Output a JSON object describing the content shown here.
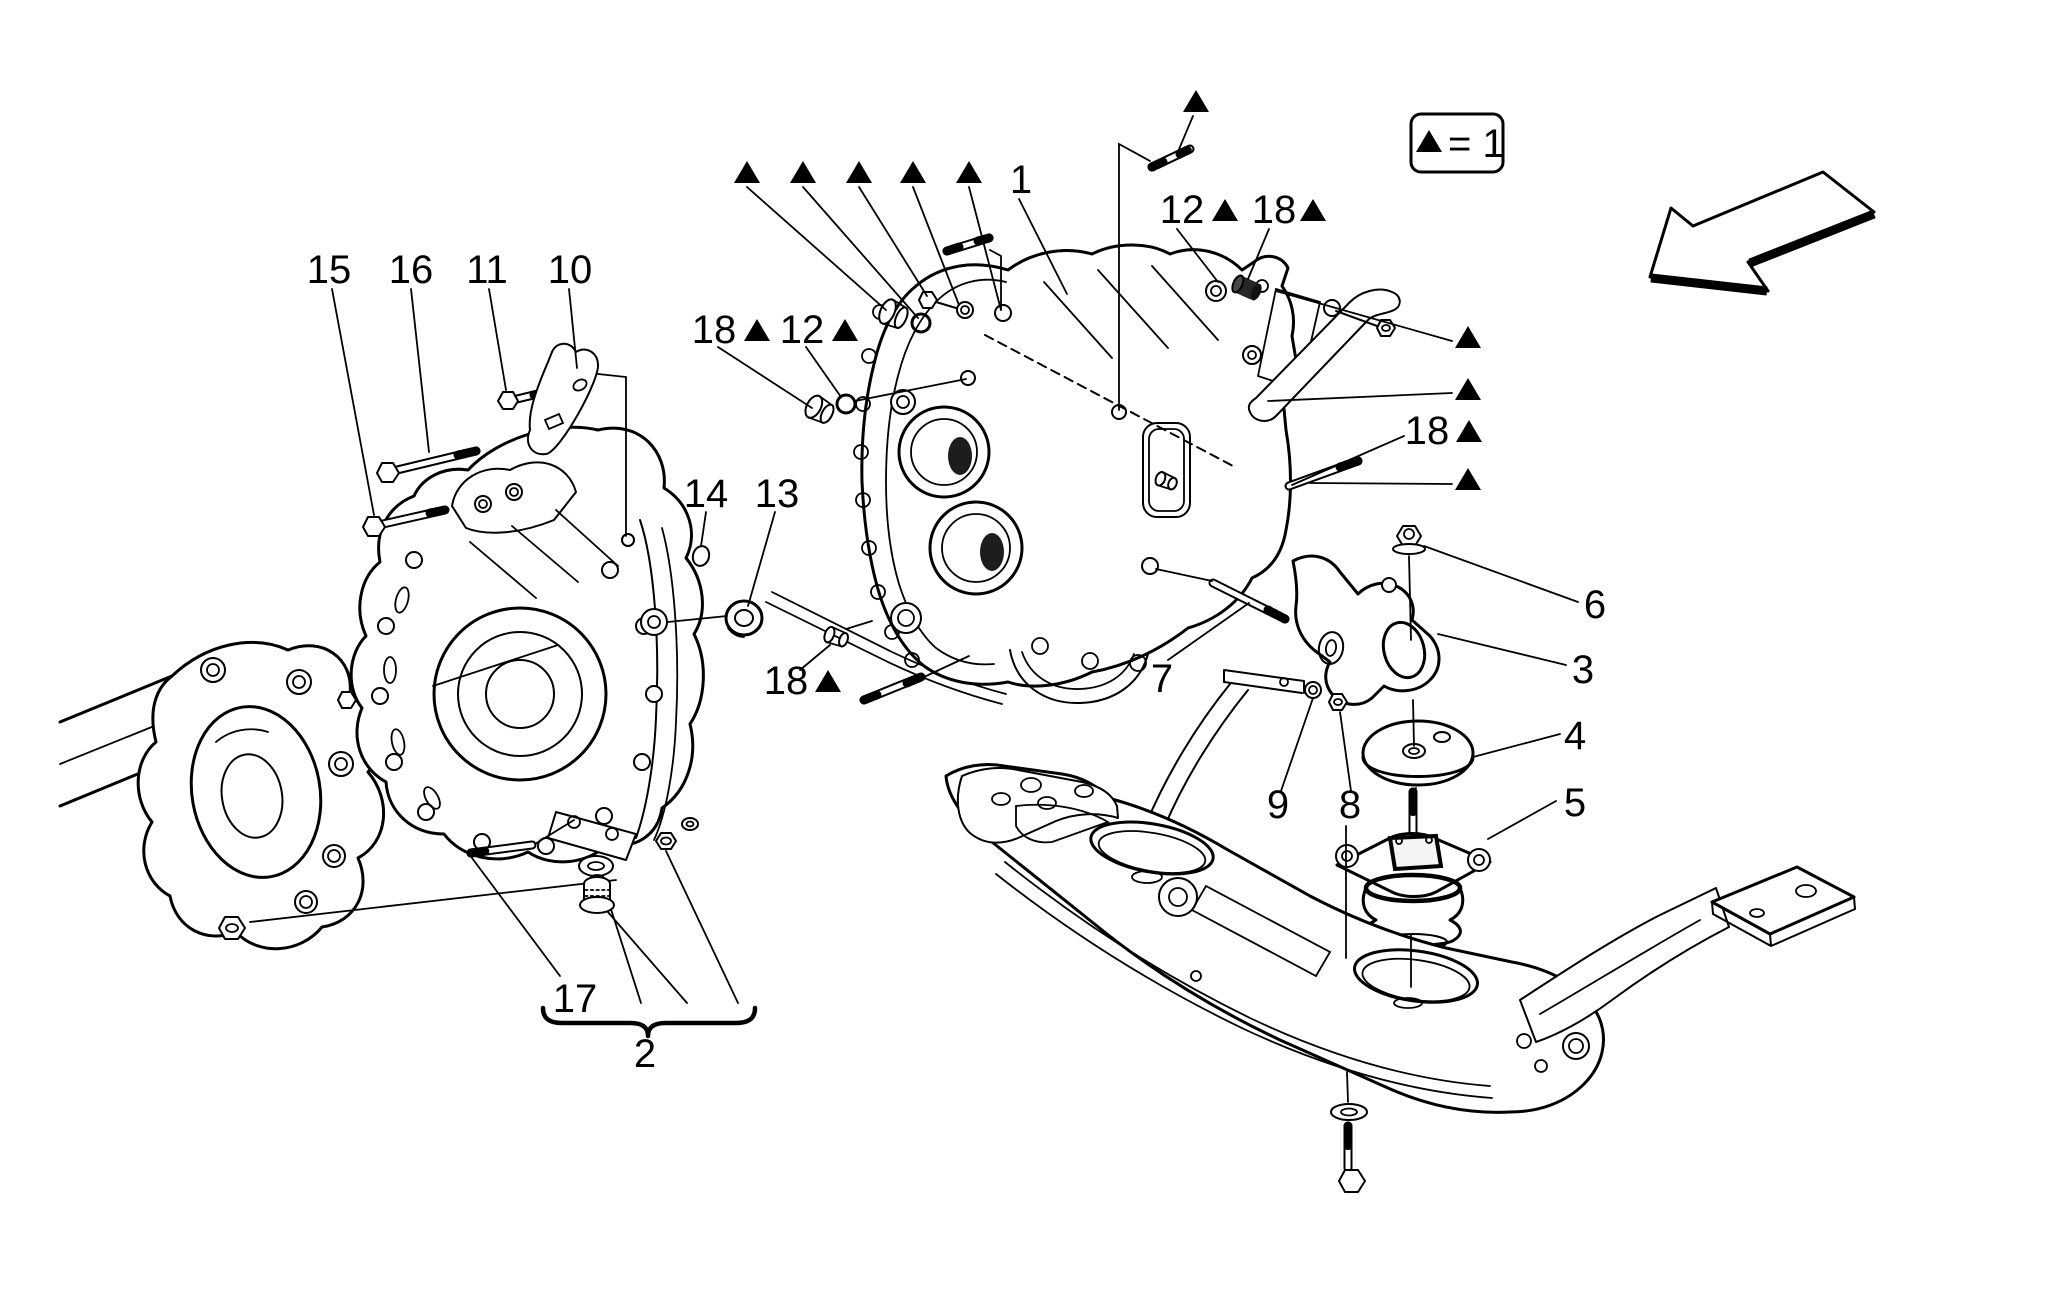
{
  "figure": {
    "kind": "exploded-parts-diagram",
    "background_color": "#ffffff",
    "ink_color": "#000000"
  },
  "legend": {
    "marker": "▲",
    "equals_text": "= 1",
    "display": "▲ = 1"
  },
  "callouts": {
    "p15": "15",
    "p16": "16",
    "p11": "11",
    "p10": "10",
    "p1": "1",
    "p12a": "12",
    "p18a": "18",
    "p18b": "18",
    "p12b": "12",
    "p14": "14",
    "p13": "13",
    "p18c": "18",
    "p18d": "18",
    "p7": "7",
    "p6": "6",
    "p3": "3",
    "p4": "4",
    "p5": "5",
    "p9": "9",
    "p8": "8",
    "p17": "17",
    "p2": "2"
  }
}
